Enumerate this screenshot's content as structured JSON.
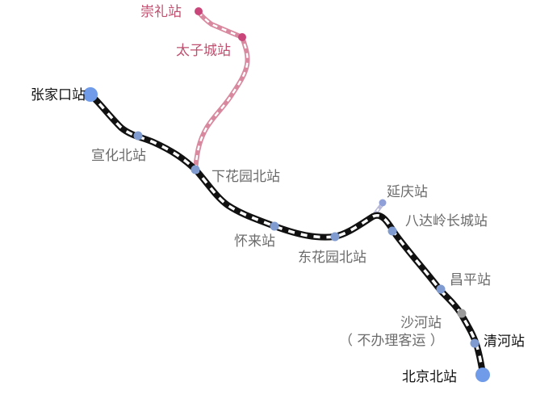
{
  "map": {
    "stations": {
      "zhangjiakou": "张家口站",
      "xuanhua_bei": "宣化北站",
      "xiahuayuan_bei": "下花园北站",
      "huailai": "怀来站",
      "donghuayuan_bei": "东花园北站",
      "yanqing": "延庆站",
      "badaling_changcheng": "八达岭长城站",
      "changping": "昌平站",
      "shahe": "沙河站",
      "shahe_note": "（ 不办理客运 ）",
      "qinghe": "清河站",
      "beijing_bei": "北京北站",
      "taizicheng": "太子城站",
      "chongli": "崇礼站"
    },
    "colors": {
      "main_line": "#111111",
      "main_line_dash": "#ffffff",
      "branch_line": "#d9899f",
      "branch_line_dash": "#ffffff",
      "yanqing_branch": "#b8b8d8",
      "station_dot": "#7f9bcf",
      "terminal_dot": "#6f9be8",
      "branch_station_dot": "#c8467a",
      "shahe_dot": "#9a9a9a",
      "label_gray": "#6b6b6b",
      "label_pink": "#c0506f",
      "label_black": "#111111"
    }
  }
}
